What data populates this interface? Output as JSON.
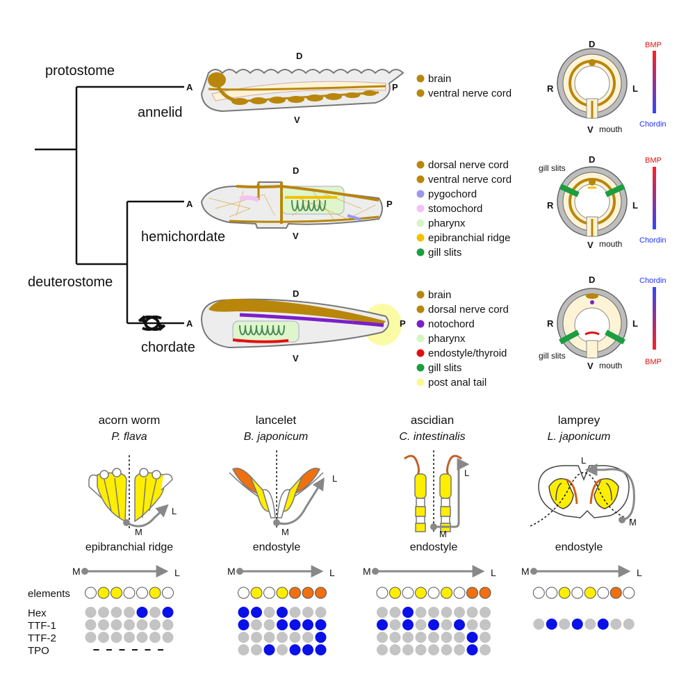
{
  "tree": {
    "protostome": "protostome",
    "deuterostome": "deuterostome",
    "annelid": "annelid",
    "hemichordate": "hemichordate",
    "chordate": "chordate"
  },
  "axes": {
    "A": "A",
    "P": "P",
    "D": "D",
    "V": "V",
    "R": "R",
    "L": "L",
    "mouth": "mouth",
    "gill_slits": "gill slits"
  },
  "gradient": {
    "bmp": "BMP",
    "chordin": "Chordin"
  },
  "legends": {
    "annelid": [
      {
        "text": "brain",
        "color": "#b8860b"
      },
      {
        "text": "ventral nerve cord",
        "color": "#b8860b"
      }
    ],
    "hemichordate": [
      {
        "text": "dorsal nerve cord",
        "color": "#b8860b"
      },
      {
        "text": "ventral nerve cord",
        "color": "#b8860b"
      },
      {
        "text": "pygochord",
        "color": "#9999ee"
      },
      {
        "text": "stomochord",
        "color": "#f4c2f4"
      },
      {
        "text": "pharynx",
        "color": "#d6f5c2"
      },
      {
        "text": "epibranchial ridge",
        "color": "#f5c000"
      },
      {
        "text": "gill slits",
        "color": "#1a9e40"
      }
    ],
    "chordate": [
      {
        "text": "brain",
        "color": "#b8860b"
      },
      {
        "text": "dorsal nerve cord",
        "color": "#b8860b"
      },
      {
        "text": "notochord",
        "color": "#7b1fc8"
      },
      {
        "text": "pharynx",
        "color": "#d6f5c2"
      },
      {
        "text": "endostyle/thyroid",
        "color": "#e01010"
      },
      {
        "text": "gill slits",
        "color": "#1a9e40"
      },
      {
        "text": "post anal tail",
        "color": "#fafa90"
      }
    ]
  },
  "species": [
    {
      "common": "acorn worm",
      "latin": "P. flava",
      "organ": "epibranchial ridge"
    },
    {
      "common": "lancelet",
      "latin": "B. japonicum",
      "organ": "endostyle"
    },
    {
      "common": "ascidian",
      "latin": "C. intestinalis",
      "organ": "endostyle"
    },
    {
      "common": "lamprey",
      "latin": "L. japonicum",
      "organ": "endostyle"
    }
  ],
  "ml": {
    "M": "M",
    "L": "L"
  },
  "rows": {
    "elements": "elements",
    "hex": "Hex",
    "ttf1": "TTF-1",
    "ttf2": "TTF-2",
    "tpo": "TPO"
  },
  "colors": {
    "white": "#ffffff",
    "yellow": "#ffee00",
    "orange": "#f07010",
    "grey": "#c4c4c4",
    "blue": "#0a10e8"
  },
  "grids": [
    {
      "elements": [
        "white",
        "yellow",
        "yellow",
        "white",
        "white",
        "yellow",
        "white"
      ],
      "Hex": [
        0,
        0,
        0,
        0,
        1,
        0,
        1
      ],
      "TTF-1": [
        0,
        0,
        0,
        0,
        0,
        0,
        0
      ],
      "TTF-2": [
        0,
        0,
        0,
        0,
        0,
        0,
        0
      ],
      "TPO": null
    },
    {
      "elements": [
        "white",
        "yellow",
        "white",
        "yellow",
        "orange",
        "orange",
        "orange"
      ],
      "Hex": [
        1,
        1,
        0,
        1,
        0,
        0,
        0
      ],
      "TTF-1": [
        1,
        0,
        0,
        1,
        1,
        1,
        1
      ],
      "TTF-2": [
        0,
        0,
        0,
        0,
        0,
        0,
        1
      ],
      "TPO": [
        0,
        0,
        1,
        0,
        1,
        1,
        1
      ]
    },
    {
      "elements": [
        "white",
        "yellow",
        "white",
        "yellow",
        "white",
        "yellow",
        "white",
        "orange",
        "orange"
      ],
      "Hex": [
        0,
        0,
        1,
        0,
        0,
        0,
        0,
        0,
        0
      ],
      "TTF-1": [
        1,
        0,
        1,
        0,
        1,
        0,
        1,
        0,
        0
      ],
      "TTF-2": [
        0,
        0,
        0,
        0,
        0,
        0,
        0,
        1,
        0
      ],
      "TPO": [
        0,
        0,
        0,
        0,
        0,
        0,
        0,
        1,
        0
      ]
    },
    {
      "elements": [
        "white",
        "white",
        "yellow",
        "white",
        "yellow",
        "white",
        "orange",
        "white"
      ],
      "Hex": null,
      "TTF-1": [
        0,
        1,
        0,
        1,
        0,
        1,
        0,
        0
      ],
      "TTF-2": null,
      "TPO": null
    }
  ]
}
